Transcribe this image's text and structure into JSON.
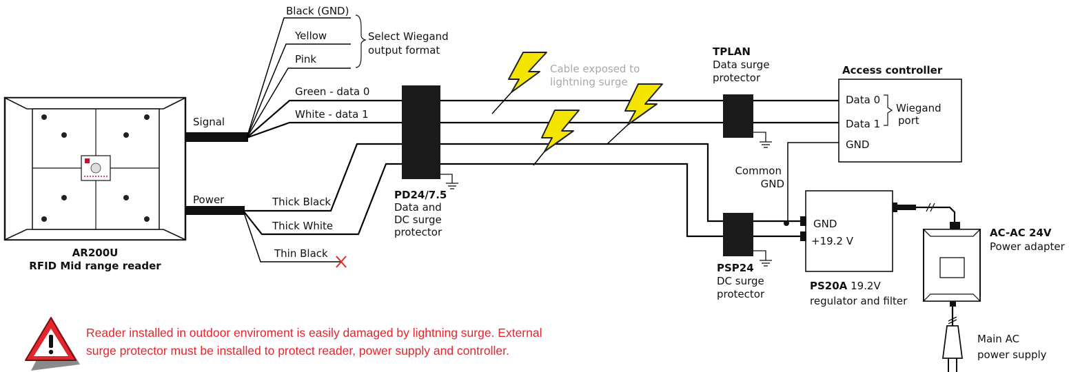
{
  "reader": {
    "model": "AR200U",
    "desc": "RFID Mid range reader"
  },
  "signal_label": "Signal",
  "power_label": "Power",
  "wires": {
    "black_gnd": "Black (GND)",
    "yellow": "Yellow",
    "pink": "Pink",
    "select_line1": "Select Wiegand",
    "select_line2": "output format",
    "green": "Green - data 0",
    "white": "White - data 1",
    "thick_black": "Thick Black",
    "thick_white": "Thick White",
    "thin_black": "Thin Black"
  },
  "lightning_note": {
    "line1": "Cable exposed to",
    "line2": "lightning surge"
  },
  "pd24": {
    "name": "PD24/7.5",
    "line1": "Data and",
    "line2": "DC surge",
    "line3": "protector"
  },
  "tplan": {
    "name": "TPLAN",
    "line1": "Data surge",
    "line2": "protector"
  },
  "access_controller": {
    "title": "Access controller",
    "data0": "Data 0",
    "data1": "Data 1",
    "gnd": "GND",
    "port1": "Wiegand",
    "port2": "port"
  },
  "common_gnd": {
    "line1": "Common",
    "line2": "GND"
  },
  "psp24": {
    "name": "PSP24",
    "line1": "DC surge",
    "line2": "protector"
  },
  "ps20a": {
    "gnd": "GND",
    "voltage": "+19.2 V",
    "name": "PS20A",
    "spec": "19.2V",
    "line2": "regulator and filter"
  },
  "adapter": {
    "name": "AC-AC 24V",
    "desc": "Power adapter"
  },
  "mains": {
    "line1": "Main AC",
    "line2": "power supply"
  },
  "warning": {
    "line1": "Reader installed in outdoor enviroment is easily damaged by lightning surge. External",
    "line2": "surge protector must be installed to protect reader, power supply and controller."
  },
  "colors": {
    "lightning_fill": "#f4e500",
    "warning_red": "#e1262d",
    "cable_note_gray": "#a9a9a9"
  }
}
